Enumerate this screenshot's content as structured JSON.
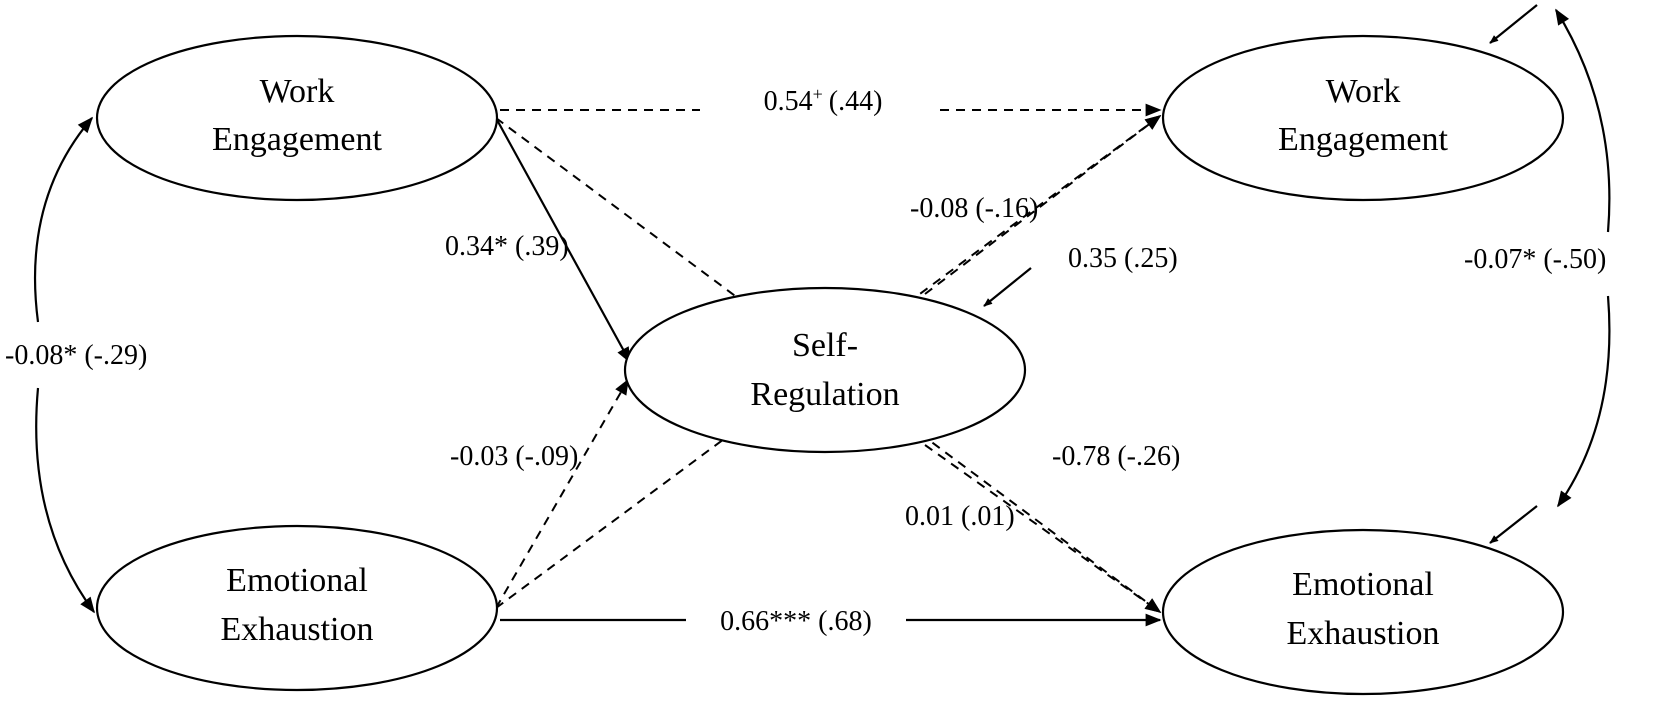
{
  "colors": {
    "line": "#000000",
    "background": "#ffffff"
  },
  "nodes": {
    "we_t1": {
      "line1": "Work",
      "line2": "Engagement"
    },
    "ee_t1": {
      "line1": "Emotional",
      "line2": "Exhaustion"
    },
    "sr": {
      "line1": "Self-",
      "line2": "Regulation"
    },
    "we_t2": {
      "line1": "Work",
      "line2": "Engagement"
    },
    "ee_t2": {
      "line1": "Emotional",
      "line2": "Exhaustion"
    }
  },
  "paths": {
    "we1_we2": {
      "estimate": "0.54",
      "sig": "+",
      "std": "(.44)",
      "style": "dashed"
    },
    "we1_sr": {
      "label": "0.34* (.39)",
      "style": "solid"
    },
    "ee1_sr": {
      "label": "-0.03 (-.09)",
      "style": "dashed"
    },
    "sr_we2": {
      "label": "-0.08 (-.16)",
      "style": "dashed"
    },
    "ee1_we2": {
      "label": "0.35 (.25)",
      "style": "dashed"
    },
    "we1_ee2": {
      "label": "-0.78 (-.26)",
      "style": "dashed"
    },
    "sr_ee2": {
      "label": "0.01 (.01)",
      "style": "dashed"
    },
    "ee1_ee2": {
      "label": "0.66*** (.68)",
      "style": "solid"
    },
    "cov_t1": {
      "label": "-0.08* (-.29)",
      "style": "solid"
    },
    "cov_t2": {
      "label": "-0.07* (-.50)",
      "style": "solid"
    }
  }
}
